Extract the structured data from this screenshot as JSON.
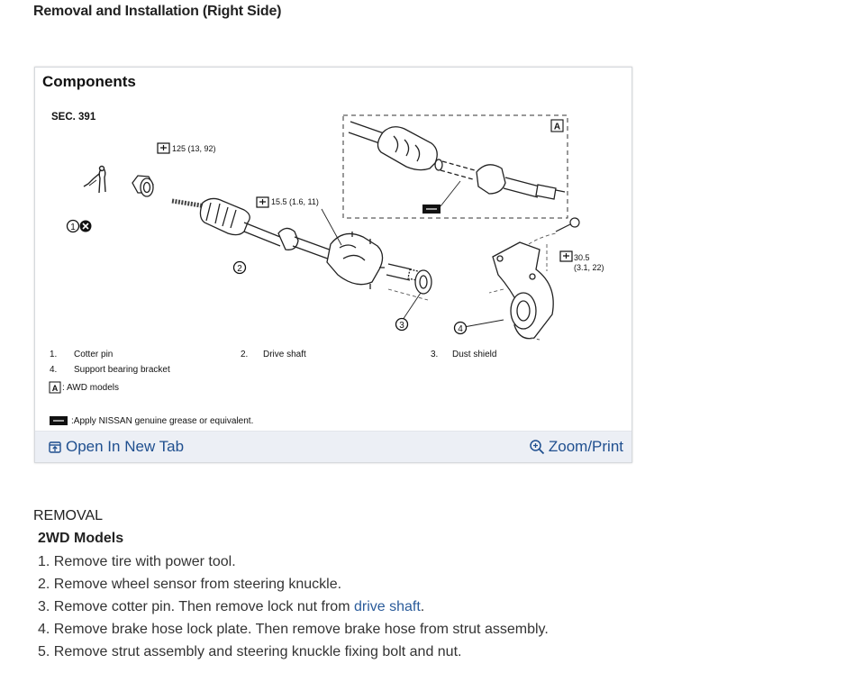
{
  "page_title": "Removal and Installation (Right Side)",
  "figure": {
    "heading": "Components",
    "section_code": "SEC. 391",
    "torque_labels": {
      "nut": "125 (13, 92)",
      "shaft": "15.5 (1.6, 11)",
      "bracket_line1": "30.5",
      "bracket_line2": "(3.1, 22)"
    },
    "callouts": [
      "1",
      "2",
      "3",
      "4"
    ],
    "inset_label": "A",
    "legend": {
      "item1_num": "1.",
      "item1": "Cotter pin",
      "item2_num": "2.",
      "item2": "Drive shaft",
      "item3_num": "3.",
      "item3": "Dust shield",
      "item4_num": "4.",
      "item4": "Support bearing bracket",
      "awd_symbol": "A",
      "awd_text": ": AWD models",
      "grease_note": ":Apply  NISSAN genuine grease or equivalent."
    },
    "open_link": "Open In New Tab",
    "zoom_link": "Zoom/Print"
  },
  "content": {
    "section": "REMOVAL",
    "subsection": "2WD Models",
    "steps": [
      {
        "text": "1. Remove tire with power tool."
      },
      {
        "text": "2. Remove wheel sensor from steering knuckle."
      },
      {
        "pre": "3. Remove cotter pin. Then remove lock nut from ",
        "link": "drive shaft",
        "post": "."
      },
      {
        "text": "4. Remove brake hose lock plate. Then remove brake hose from strut assembly."
      },
      {
        "text": "5. Remove strut assembly and steering knuckle fixing bolt and nut."
      }
    ]
  },
  "colors": {
    "link": "#1f4f8f",
    "footer_bg": "#eceff5"
  }
}
